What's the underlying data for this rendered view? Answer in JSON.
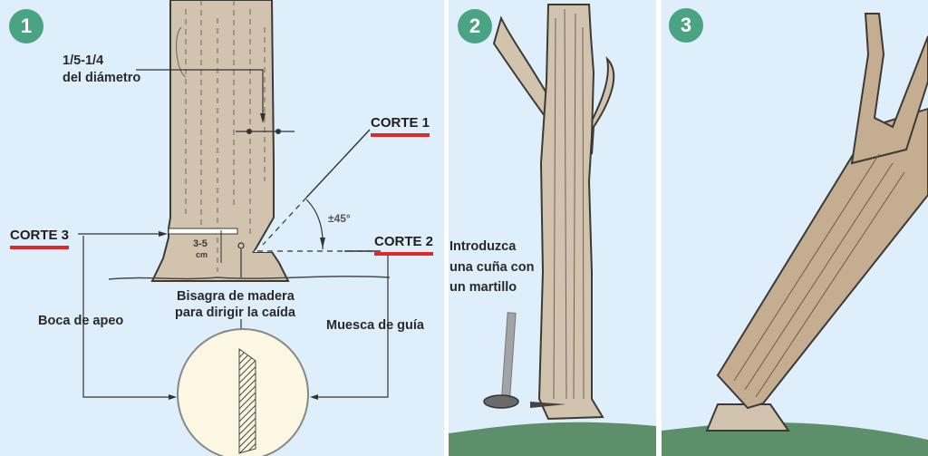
{
  "colors": {
    "sky": "#deeefa",
    "badge": "#4aa383",
    "wood": "#d2c3ae",
    "wood_dark": "#b99e82",
    "grass": "#5e8f6b",
    "cut_underline": "#e02828",
    "stump_disc": "#fbf7e2"
  },
  "panels": [
    {
      "number": "1",
      "labels": {
        "fraction": "1/5-1/4",
        "fraction_sub": "del diámetro",
        "corte1": "CORTE 1",
        "corte2": "CORTE 2",
        "corte3": "CORTE 3",
        "angle": "±45°",
        "cm_range": "3-5",
        "cm_unit": "cm",
        "hinge_line1": "Bisagra de madera",
        "hinge_line2": "para dirigir la caída",
        "boca": "Boca de apeo",
        "muesca": "Muesca de guía"
      }
    },
    {
      "number": "2",
      "labels": {
        "line1": "Introduzca",
        "line2": "una cuña con",
        "line3": "un martillo"
      }
    },
    {
      "number": "3"
    }
  ]
}
